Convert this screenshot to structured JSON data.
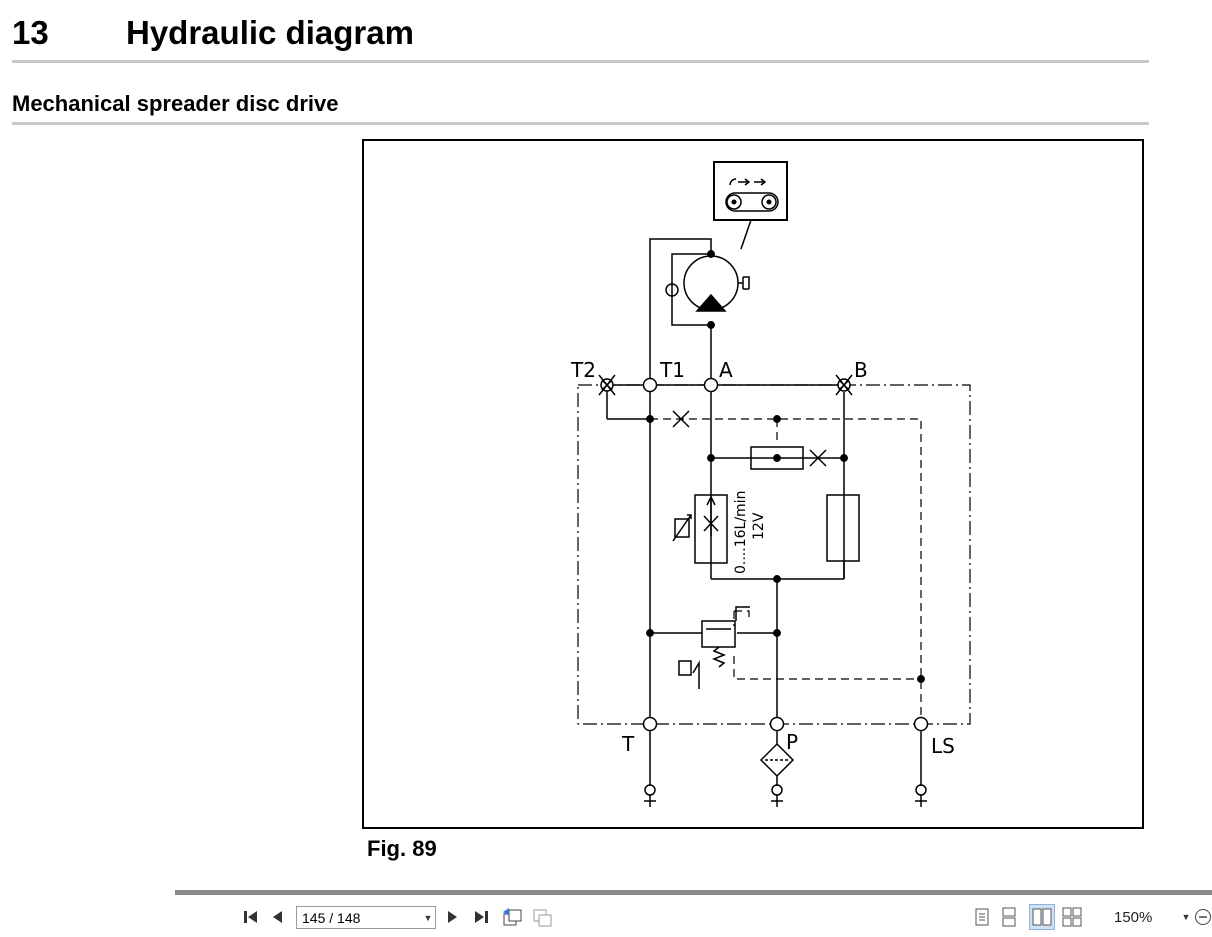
{
  "chapter": {
    "number": "13",
    "title": "Hydraulic diagram"
  },
  "section": {
    "title": "Mechanical spreader disc drive"
  },
  "figure": {
    "caption": "Fig. 89",
    "labels": {
      "t2": "T2",
      "t1": "T1",
      "a": "A",
      "b": "B",
      "t": "T",
      "p": "P",
      "ls": "LS",
      "flow": "0....16L/min",
      "voltage": "12V"
    }
  },
  "viewer": {
    "page_value": "145 / 148",
    "zoom_value": "150%"
  },
  "icons": {
    "first_page": "first-page-icon",
    "prev_page": "prev-page-icon",
    "next_page": "next-page-icon",
    "last_page": "last-page-icon",
    "back_view": "previous-view-icon",
    "forward_view": "next-view-icon",
    "single_page": "single-page-icon",
    "continuous": "continuous-icon",
    "facing": "facing-pages-icon",
    "continuous_facing": "continuous-facing-icon",
    "zoom_dropdown": "chevron-down-icon",
    "zoom_out": "zoom-out-icon"
  }
}
